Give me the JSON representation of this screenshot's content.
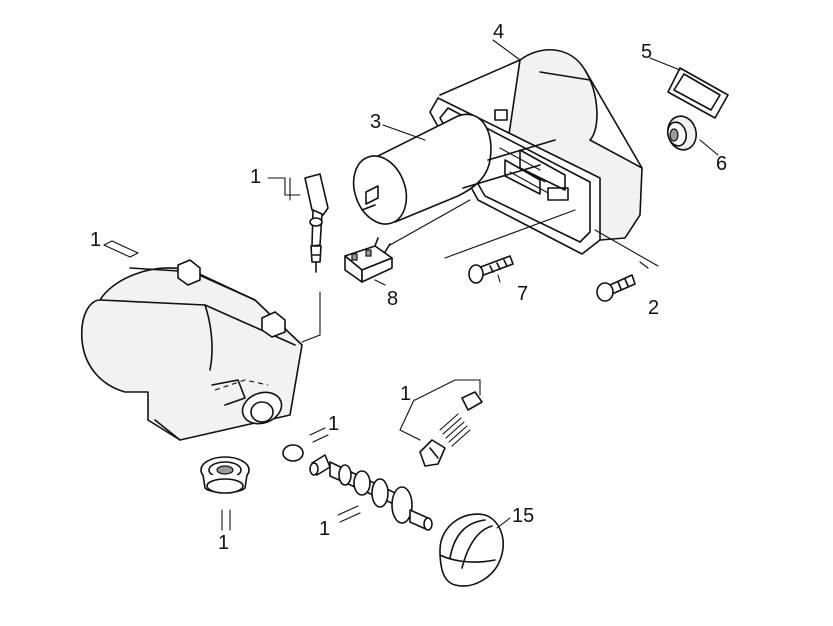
{
  "callouts": {
    "c1_handle": "1",
    "c1_housing": "1",
    "c1_oring": "1",
    "c1_spring": "1",
    "c1_shaft": "1",
    "c1_nozzle": "1",
    "c2": "2",
    "c3": "3",
    "c4": "4",
    "c5": "5",
    "c6": "6",
    "c7": "7",
    "c8": "8",
    "c15": "15"
  }
}
